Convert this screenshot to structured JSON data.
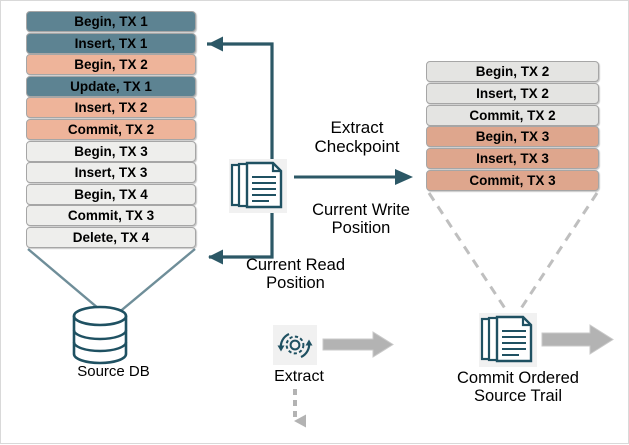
{
  "diagram": {
    "title": "Extract Checkpoint / Commit Ordered Source Trail",
    "colors": {
      "teal_row": "#5d8392",
      "salmon_row_left": "#eeb49a",
      "salmon_row_right": "#dea68d",
      "grey_row": "#eeeeec",
      "row_border": "#a6a6a6",
      "arrow_dark": "#2c5866",
      "funnel_line": "#6f8e99",
      "grey_arrow": "#b3b3b3",
      "dashed_grey": "#bfbfbf",
      "icon_ink": "#1f5162",
      "page_border": "#d9d9d9",
      "background": "#ffffff"
    },
    "left_stack": {
      "name": "source-db-transaction-log",
      "rows": [
        {
          "label": "Begin, TX 1",
          "fill": "#5d8392"
        },
        {
          "label": "Insert, TX 1",
          "fill": "#5d8392"
        },
        {
          "label": "Begin, TX 2",
          "fill": "#eeb49a"
        },
        {
          "label": "Update, TX 1",
          "fill": "#5d8392"
        },
        {
          "label": "Insert, TX 2",
          "fill": "#eeb49a"
        },
        {
          "label": "Commit, TX 2",
          "fill": "#eeb49a"
        },
        {
          "label": "Begin, TX 3",
          "fill": "#eeeeec"
        },
        {
          "label": "Insert, TX 3",
          "fill": "#eeeeec"
        },
        {
          "label": "Begin, TX 4",
          "fill": "#eeeeec"
        },
        {
          "label": "Commit, TX 3",
          "fill": "#eeeeec"
        },
        {
          "label": "Delete, TX 4",
          "fill": "#eeeeec"
        }
      ]
    },
    "right_stack": {
      "name": "commit-ordered-trail-records",
      "rows": [
        {
          "label": "Begin, TX 2",
          "fill": "#e4e4e2"
        },
        {
          "label": "Insert, TX 2",
          "fill": "#e4e4e2"
        },
        {
          "label": "Commit, TX 2",
          "fill": "#e4e4e2"
        },
        {
          "label": "Begin, TX 3",
          "fill": "#dea68d"
        },
        {
          "label": "Insert, TX 3",
          "fill": "#dea68d"
        },
        {
          "label": "Commit, TX 3",
          "fill": "#dea68d"
        }
      ]
    },
    "labels": {
      "extract_checkpoint": "Extract\nCheckpoint",
      "extract_checkpoint_line1": "Extract",
      "extract_checkpoint_line2": "Checkpoint",
      "current_write_line1": "Current Write",
      "current_write_line2": "Position",
      "current_read_line1": "Current Read",
      "current_read_line2": "Position",
      "source_db": "Source DB",
      "extract": "Extract",
      "trail_line1": "Commit Ordered",
      "trail_line2": "Source Trail"
    },
    "icons": {
      "checkpoint_documents": "documents-stack-icon",
      "trail_documents": "documents-stack-icon",
      "extract_gear": "gear-refresh-icon",
      "database": "database-cylinder-icon"
    },
    "arrows": {
      "read_position_top": "arrow-left-to-stack-top",
      "read_position_bottom": "arrow-left-to-stack-bottom",
      "extract_checkpoint_right": "arrow-right-to-trail",
      "extract_flow_right": "grey-arrow-right",
      "extract_flow_down": "grey-dashed-arrow-down",
      "trail_flow_right": "grey-arrow-right"
    }
  }
}
